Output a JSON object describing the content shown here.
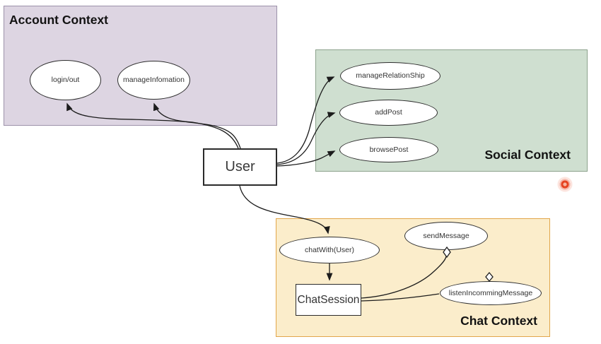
{
  "diagram_type": "uml-use-case-diagram",
  "contexts": {
    "account": {
      "title": "Account Context",
      "fill": "#DDD5E2",
      "border": "#9C92AA"
    },
    "social": {
      "title": "Social Context",
      "fill": "#CFDFD0",
      "border": "#8CA28C"
    },
    "chat": {
      "title": "Chat Context",
      "fill": "#FBEDCB",
      "border": "#E2A64B"
    }
  },
  "nodes": {
    "user": {
      "label": "User",
      "shape": "rectangle"
    },
    "chat_session": {
      "label": "ChatSession",
      "shape": "rectangle"
    },
    "login_out": {
      "label": "login/out",
      "shape": "ellipse"
    },
    "manage_infomation": {
      "label": "manageInfomation",
      "shape": "ellipse"
    },
    "manage_relationship": {
      "label": "manageRelationShip",
      "shape": "ellipse"
    },
    "add_post": {
      "label": "addPost",
      "shape": "ellipse"
    },
    "browse_post": {
      "label": "browsePost",
      "shape": "ellipse"
    },
    "chat_with_user": {
      "label": "chatWith(User)",
      "shape": "ellipse"
    },
    "send_message": {
      "label": "sendMessage",
      "shape": "ellipse"
    },
    "listen_incomming_message": {
      "label": "listenIncommingMessage",
      "shape": "ellipse"
    }
  },
  "edges": [
    {
      "from": "User",
      "to": "login/out",
      "end": "arrow"
    },
    {
      "from": "User",
      "to": "manageInfomation",
      "end": "arrow"
    },
    {
      "from": "User",
      "to": "manageRelationShip",
      "end": "arrow"
    },
    {
      "from": "User",
      "to": "addPost",
      "end": "arrow"
    },
    {
      "from": "User",
      "to": "browsePost",
      "end": "arrow"
    },
    {
      "from": "User",
      "to": "chatWith(User)",
      "end": "arrow"
    },
    {
      "from": "chatWith(User)",
      "to": "ChatSession",
      "end": "arrow"
    },
    {
      "from": "ChatSession",
      "to": "sendMessage",
      "end": "open-diamond"
    },
    {
      "from": "ChatSession",
      "to": "listenIncommingMessage",
      "end": "open-diamond"
    }
  ],
  "pointer": {
    "type": "laser-dot",
    "color": "#E64423"
  }
}
